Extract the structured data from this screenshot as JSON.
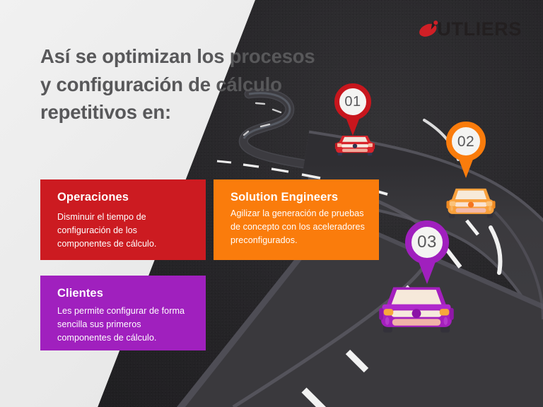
{
  "heading": {
    "text": "Así se optimizan los procesos\ny configuración de cálculo\nrepetitivos en:"
  },
  "logo": {
    "wordmark": "UTLIERS",
    "mark_name": "outliers-swoosh-o",
    "mark_color": "#d01f26",
    "text_color": "#231f20"
  },
  "cards": [
    {
      "id": "operaciones",
      "title": "Operaciones",
      "body": "Disminuir el tiempo de configuración de los componentes de cálculo.",
      "color": "#cc1b21"
    },
    {
      "id": "solution-engineers",
      "title": "Solution Engineers",
      "body": "Agilizar la generación de pruebas de concepto con los aceleradores preconfigurados.",
      "color": "#fa7c0c"
    },
    {
      "id": "clientes",
      "title": "Clientes",
      "body": "Les permite configurar de forma sencilla sus primeros componentes de cálculo.",
      "color": "#a020be"
    }
  ],
  "pins": [
    {
      "id": "01",
      "number": "01",
      "color": "#c8161d"
    },
    {
      "id": "02",
      "number": "02",
      "color": "#fa7c0c"
    },
    {
      "id": "03",
      "number": "03",
      "color": "#a020be"
    }
  ],
  "cars": [
    {
      "id": "car-01",
      "body_color": "#d8242b",
      "glass_color": "#f2e6dc",
      "name": "red-car"
    },
    {
      "id": "car-02",
      "body_color": "#f9a03c",
      "glass_color": "#f7ead9",
      "name": "orange-car"
    },
    {
      "id": "car-03",
      "body_color": "#a41fbe",
      "glass_color": "#f6e9da",
      "name": "purple-car"
    }
  ],
  "scene": {
    "background_light": "#ebebeb",
    "background_dark": "#262528",
    "road_color": "#3a393d",
    "lane_marking_color": "#f0f0f0",
    "heading_color": "#58585a"
  }
}
